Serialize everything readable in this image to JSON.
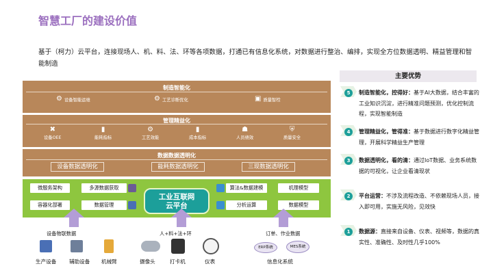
{
  "title": "智慧工厂的建设价值",
  "intro": "基于（柯力）云平台，连接现场人、机、料、法、环等各项数据，打通已有信息化系统，对数据进行整治、编排，实现全方位数据透明、精益管理和智能制造",
  "layers": {
    "intelligent": {
      "title": "制造智能化",
      "items": [
        {
          "icon": "gear-icon",
          "glyph": "⚙",
          "label": "设备智能运维"
        },
        {
          "icon": "cog-diagnose-icon",
          "glyph": "⚙",
          "label": "工艺诊断优化"
        },
        {
          "icon": "quality-icon",
          "glyph": "▣",
          "label": "质量智检"
        }
      ]
    },
    "lean": {
      "title": "管理精益化",
      "items": [
        {
          "icon": "tools-icon",
          "glyph": "✖",
          "label": "设备OEE"
        },
        {
          "icon": "bar-chart-icon",
          "glyph": "▮",
          "label": "能耗指标"
        },
        {
          "icon": "process-icon",
          "glyph": "⚙",
          "label": "工艺效能"
        },
        {
          "icon": "cost-icon",
          "glyph": "▮",
          "label": "成本指标"
        },
        {
          "icon": "people-icon",
          "glyph": "☗",
          "label": "人员绩效"
        },
        {
          "icon": "shield-icon",
          "glyph": "⛨",
          "label": "质量安全"
        }
      ]
    },
    "transparent": {
      "title": "数据数据透明化",
      "items": [
        "设备数据透明化",
        "能耗数据透明化",
        "三现数据透明化"
      ]
    }
  },
  "platform": {
    "label_line1": "工业互联网",
    "label_line2": "云平台",
    "left_boxes": [
      "微服务架构",
      "多源数据获取",
      "容器化部署",
      "数据管理"
    ],
    "right_boxes": [
      "算法&数据建模",
      "机理模型",
      "分析运算",
      "数据模型"
    ]
  },
  "sources": {
    "equipment": {
      "title": "设备物联数据",
      "devices": [
        "生产设备",
        "辅助设备",
        "机械臂"
      ]
    },
    "people": {
      "title": "人+料+法+环",
      "devices": [
        "摄像头",
        "打卡机",
        "仪表"
      ]
    },
    "orders": {
      "title": "订单、作业数据",
      "systems": [
        "ERP系统",
        "MES系统"
      ],
      "caption": "信息化系统"
    }
  },
  "advantages": {
    "title": "主要优势",
    "items": [
      {
        "num": "5",
        "head": "制造智能化，控得好：",
        "body": "基于AI大数据，结合丰富的工业知识沉淀，进行精准问题预测，优化控制流程，实现智能制造"
      },
      {
        "num": "4",
        "head": "管理精益化，管得准：",
        "body": "基于数据进行数字化精益管理，开展科学精益生产管理"
      },
      {
        "num": "3",
        "head": "数据透明化，看的清：",
        "body": "通过IoT数据、业务系统数据的可视化，让企业看清现状"
      },
      {
        "num": "2",
        "head": "平台运营：",
        "body": "不涉及流程改造、不依赖现场人员，接入即可用，实施无风险，见效快"
      },
      {
        "num": "1",
        "head": "数据源：",
        "body": "直接来自设备、仪表、视频等，数据的真实性、准确性、及时性几乎100%"
      }
    ]
  },
  "colors": {
    "title": "#9b6fbf",
    "band": "#b8875a",
    "green": "#8ec63f",
    "teal": "#1c9f9a",
    "arrow": "#b39dd6"
  }
}
